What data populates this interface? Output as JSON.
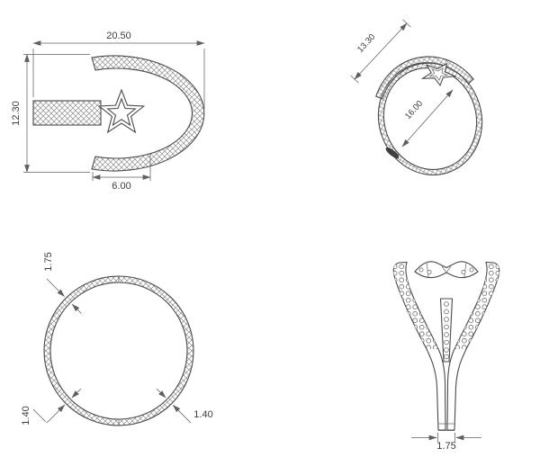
{
  "colors": {
    "background": "#ffffff",
    "line": "#4a4a4a",
    "dimension": "#5f5f5f",
    "text": "#3c3c3c"
  },
  "views": {
    "top": {
      "dim_width": "20.50",
      "dim_height": "12.30",
      "dim_gap": "6.00"
    },
    "perspective": {
      "dim_diagonal": "13.30",
      "dim_inner_diameter": "16.00"
    },
    "side": {
      "dim_band_top": "1.75",
      "dim_band_bottom_left": "1.40",
      "dim_band_bottom_right": "1.40"
    },
    "front": {
      "dim_shank_width": "1.75"
    }
  }
}
